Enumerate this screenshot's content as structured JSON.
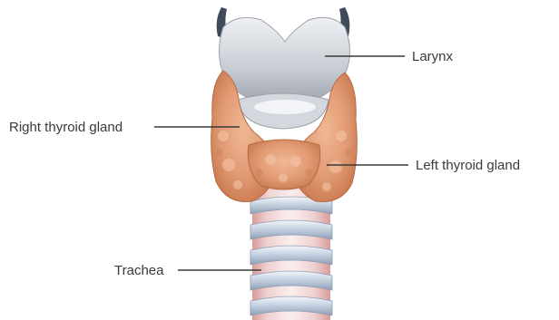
{
  "labels": {
    "larynx": "Larynx",
    "right_thyroid": "Right thyroid gland",
    "left_thyroid": "Left thyroid gland",
    "trachea": "Trachea"
  },
  "colors": {
    "larynx": "#c9ccd3",
    "thyroid": "#e3a07a",
    "trachea_tube": "#e8c4c4",
    "trachea_ring": "#b9c7d8",
    "leader_line": "#3a3a3a"
  }
}
